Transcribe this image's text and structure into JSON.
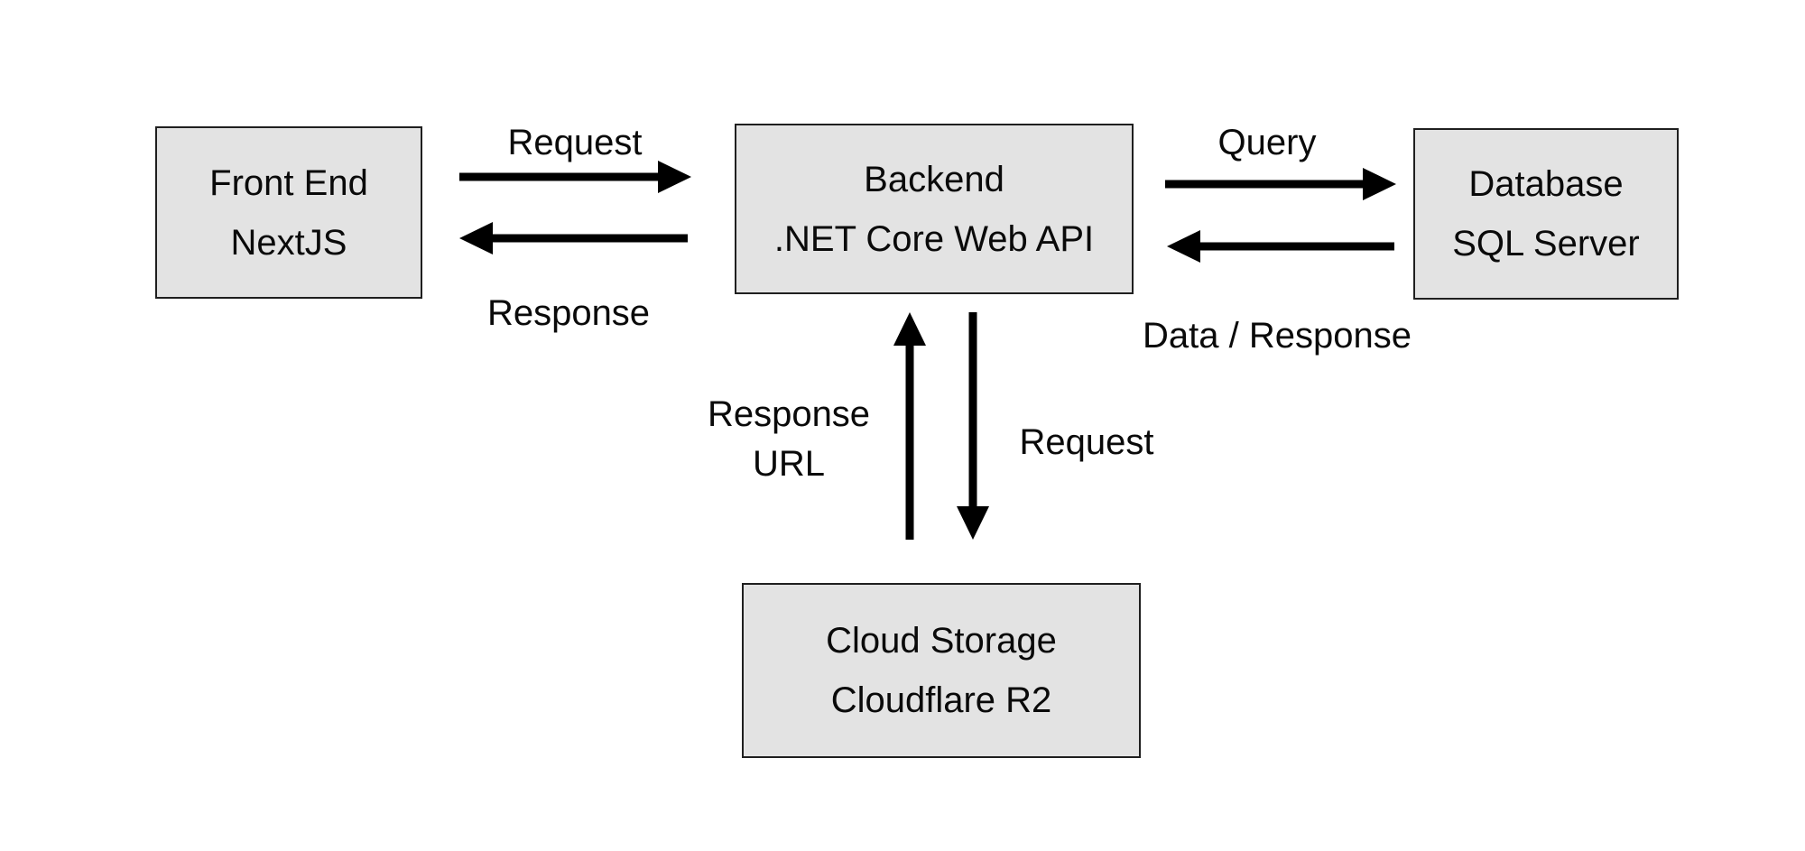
{
  "diagram": {
    "type": "architecture-flow",
    "background": "#ffffff",
    "colors": {
      "node_fill": "#e3e3e3",
      "node_border": "#1f1f1f",
      "arrow": "#000000",
      "text": "#0a0a0a"
    },
    "nodes": [
      {
        "id": "frontend",
        "lines": [
          "Front End",
          "NextJS"
        ]
      },
      {
        "id": "backend",
        "lines": [
          "Backend",
          ".NET Core Web API"
        ]
      },
      {
        "id": "database",
        "lines": [
          "Database",
          "SQL Server"
        ]
      },
      {
        "id": "cloud",
        "lines": [
          "Cloud Storage",
          "Cloudflare R2"
        ]
      }
    ],
    "edges": [
      {
        "id": "frontend-to-backend",
        "from": "frontend",
        "to": "backend",
        "label": "Request"
      },
      {
        "id": "backend-to-frontend",
        "from": "backend",
        "to": "frontend",
        "label": "Response"
      },
      {
        "id": "backend-to-database",
        "from": "backend",
        "to": "database",
        "label": "Query"
      },
      {
        "id": "database-to-backend",
        "from": "database",
        "to": "backend",
        "label": "Data / Response"
      },
      {
        "id": "cloud-to-backend",
        "from": "cloud",
        "to": "backend",
        "label": "Response",
        "label2": "URL"
      },
      {
        "id": "backend-to-cloud",
        "from": "backend",
        "to": "cloud",
        "label": "Request"
      }
    ]
  }
}
